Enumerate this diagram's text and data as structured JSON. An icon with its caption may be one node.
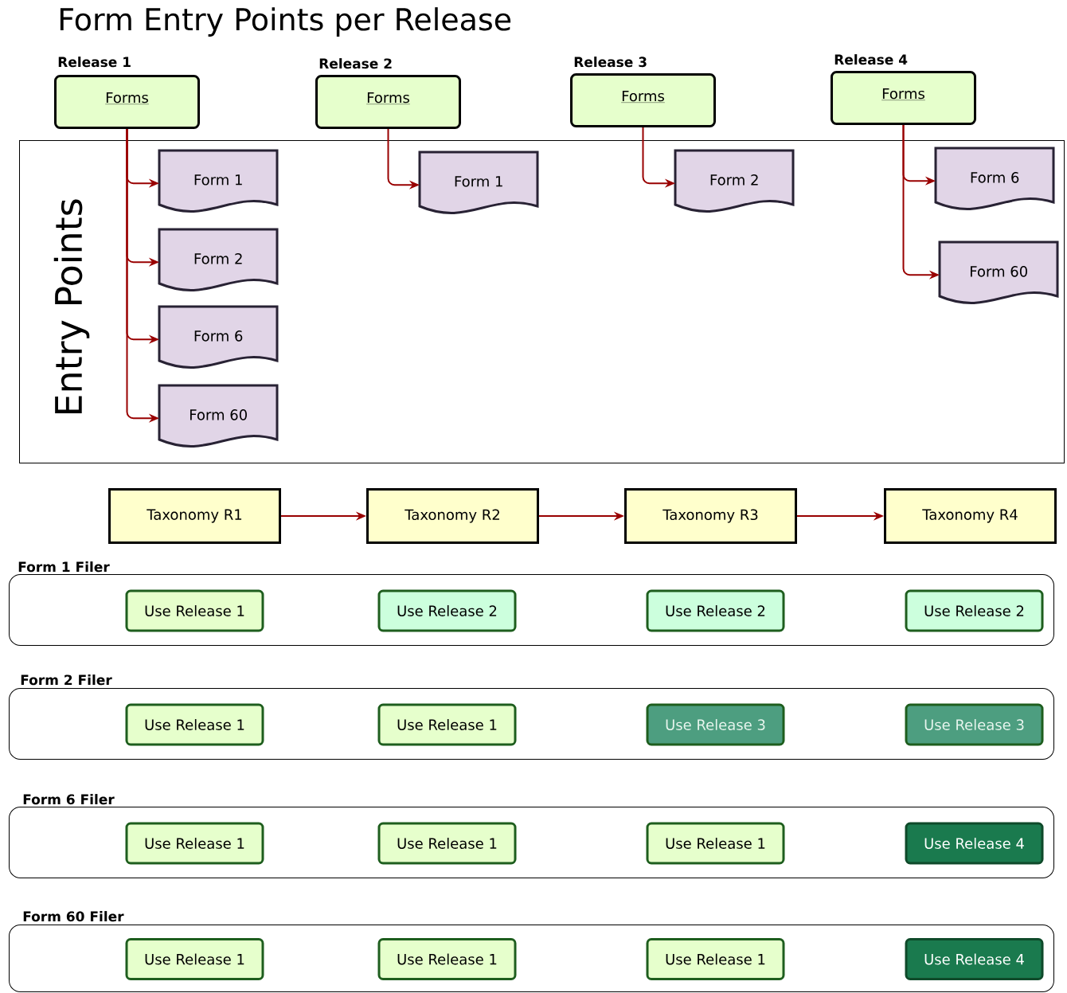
{
  "diagram": {
    "title": "Form Entry Points per Release",
    "nodes": [
      {
        "text": [
          "Release 1",
          "Forms"
        ]
      },
      {
        "text": [
          "Release 2",
          "Forms"
        ]
      },
      {
        "text": [
          "Release 3",
          "Forms"
        ]
      },
      {
        "text": [
          "Release 4",
          "Forms"
        ]
      },
      {
        "text": [
          "Entry Points"
        ]
      },
      {
        "text": [
          "Form 1"
        ],
        "in": 4
      },
      {
        "text": [
          "Form 2"
        ],
        "in": 4
      },
      {
        "text": [
          "Form 6"
        ],
        "in": 4
      },
      {
        "text": [
          "Form 60"
        ],
        "in": 4
      },
      {
        "text": [
          "Form 1"
        ],
        "in": 4
      },
      {
        "text": [
          "Form 2"
        ],
        "in": 4
      },
      {
        "text": [
          "Form 6"
        ],
        "in": 4
      },
      {
        "text": [
          "Form 60"
        ],
        "in": 4
      },
      {
        "text": [
          "Taxonomy R1"
        ]
      },
      {
        "text": [
          "Taxonomy R2"
        ]
      },
      {
        "text": [
          "Taxonomy R3"
        ]
      },
      {
        "text": [
          "Taxonomy R4"
        ]
      },
      {
        "text": [
          "Form 1 Filer"
        ]
      },
      {
        "text": [
          "Use Release 1"
        ],
        "in": 17
      },
      {
        "text": [
          "Use Release 2"
        ],
        "in": 17
      },
      {
        "text": [
          "Use Release 2"
        ],
        "in": 17
      },
      {
        "text": [
          "Use Release 2"
        ],
        "in": 17
      },
      {
        "text": [
          "Form 2 Filer"
        ]
      },
      {
        "text": [
          "Use Release 1"
        ],
        "in": 22
      },
      {
        "text": [
          "Use Release 1"
        ],
        "in": 22
      },
      {
        "text": [
          "Use Release 3"
        ],
        "in": 22
      },
      {
        "text": [
          "Use Release 3"
        ],
        "in": 22
      },
      {
        "text": [
          "Form 6 Filer"
        ]
      },
      {
        "text": [
          "Use Release 1"
        ],
        "in": 27
      },
      {
        "text": [
          "Use Release 1"
        ],
        "in": 27
      },
      {
        "text": [
          "Use Release 1"
        ],
        "in": 27
      },
      {
        "text": [
          "Use Release 4"
        ],
        "in": 27
      },
      {
        "text": [
          "Form 60 Filer"
        ]
      },
      {
        "text": [
          "Use Release 1"
        ],
        "in": 32
      },
      {
        "text": [
          "Use Release 1"
        ],
        "in": 32
      },
      {
        "text": [
          "Use Release 1"
        ],
        "in": 32
      },
      {
        "text": [
          "Use Release 4"
        ],
        "in": 32
      }
    ],
    "edges": [
      {
        "from": 0,
        "to": 5,
        "arrow": "to"
      },
      {
        "from": 0,
        "to": 6,
        "arrow": "to"
      },
      {
        "from": 0,
        "to": 7,
        "arrow": "to"
      },
      {
        "from": 0,
        "to": 8,
        "arrow": "to"
      },
      {
        "from": 1,
        "to": 9,
        "arrow": "to"
      },
      {
        "from": 2,
        "to": 10,
        "arrow": "to"
      },
      {
        "from": 3,
        "to": 11,
        "arrow": "to"
      },
      {
        "from": 3,
        "to": 12,
        "arrow": "to"
      },
      {
        "from": 13,
        "to": 14,
        "arrow": "to"
      },
      {
        "from": 14,
        "to": 15,
        "arrow": "to"
      },
      {
        "from": 15,
        "to": 16,
        "arrow": "to"
      }
    ]
  }
}
